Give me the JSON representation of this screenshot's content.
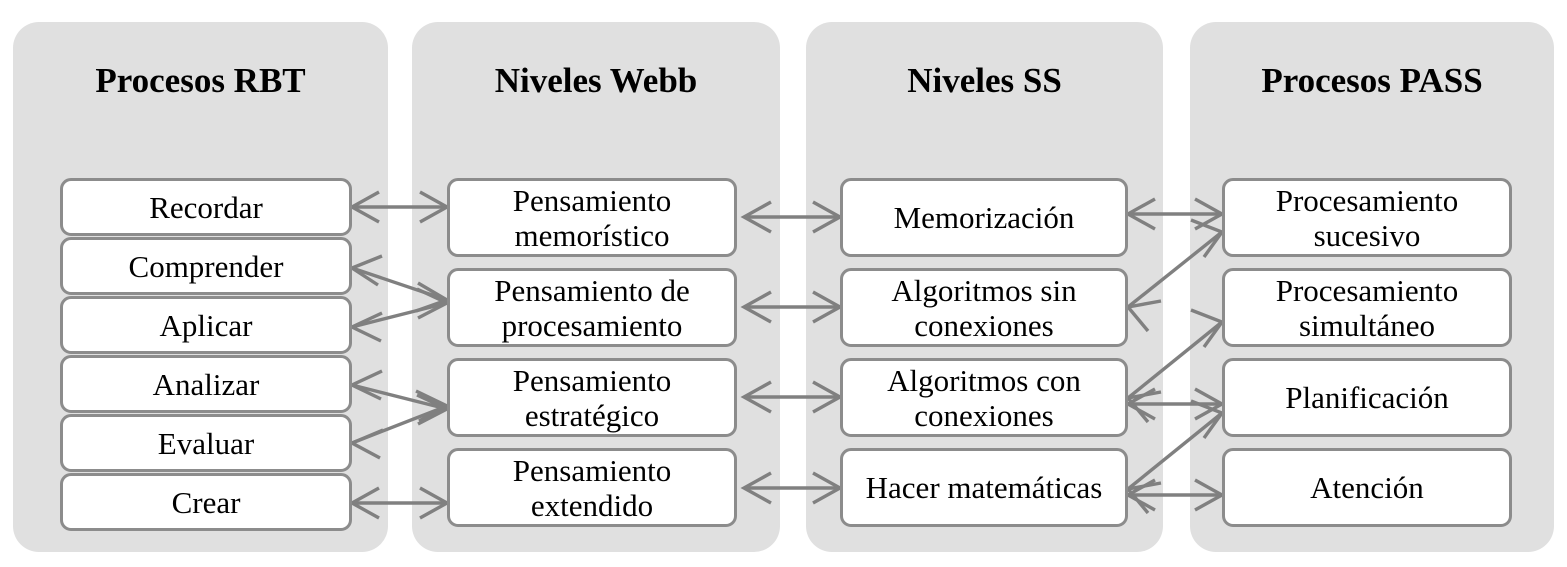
{
  "diagram": {
    "title_internal": "Correspondencia entre procesos RBT, niveles Webb, niveles SS y procesos PASS",
    "colors": {
      "panel_bg": "#e0e0e0",
      "node_bg": "#ffffff",
      "node_border": "#8c8c8c",
      "arrow": "#808080",
      "text": "#000000",
      "page_bg": "#ffffff"
    }
  },
  "columns": [
    {
      "id": "rbt",
      "title": "Procesos RBT",
      "nodes": [
        {
          "id": "recordar",
          "label": "Recordar"
        },
        {
          "id": "comprender",
          "label": "Comprender"
        },
        {
          "id": "aplicar",
          "label": "Aplicar"
        },
        {
          "id": "analizar",
          "label": "Analizar"
        },
        {
          "id": "evaluar",
          "label": "Evaluar"
        },
        {
          "id": "crear",
          "label": "Crear"
        }
      ]
    },
    {
      "id": "webb",
      "title": "Niveles Webb",
      "nodes": [
        {
          "id": "w-memoristico",
          "label": "Pensamiento memorístico"
        },
        {
          "id": "w-procesamiento",
          "label": "Pensamiento de procesamiento"
        },
        {
          "id": "w-estrategico",
          "label": "Pensamiento estratégico"
        },
        {
          "id": "w-extendido",
          "label": "Pensamiento extendido"
        }
      ]
    },
    {
      "id": "ss",
      "title": "Niveles SS",
      "nodes": [
        {
          "id": "s-memorizacion",
          "label": "Memorización"
        },
        {
          "id": "s-sin-conex",
          "label": "Algoritmos sin conexiones"
        },
        {
          "id": "s-con-conex",
          "label": "Algoritmos con conexiones"
        },
        {
          "id": "s-hacer-mat",
          "label": "Hacer matemáticas"
        }
      ]
    },
    {
      "id": "pass",
      "title": "Procesos PASS",
      "nodes": [
        {
          "id": "p-sucesivo",
          "label": "Procesamiento sucesivo"
        },
        {
          "id": "p-simultaneo",
          "label": "Procesamiento simultáneo"
        },
        {
          "id": "p-planificacion",
          "label": "Planificación"
        },
        {
          "id": "p-atencion",
          "label": "Atención"
        }
      ]
    }
  ],
  "connections": [
    {
      "from": "recordar",
      "to": "w-memoristico",
      "style": "bidirectional"
    },
    {
      "from": "comprender",
      "to": "w-procesamiento",
      "style": "bidirectional"
    },
    {
      "from": "aplicar",
      "to": "w-procesamiento",
      "style": "bidirectional"
    },
    {
      "from": "analizar",
      "to": "w-estrategico",
      "style": "bidirectional"
    },
    {
      "from": "evaluar",
      "to": "w-estrategico",
      "style": "bidirectional"
    },
    {
      "from": "crear",
      "to": "w-extendido",
      "style": "bidirectional"
    },
    {
      "from": "w-memoristico",
      "to": "s-memorizacion",
      "style": "bidirectional"
    },
    {
      "from": "w-procesamiento",
      "to": "s-sin-conex",
      "style": "bidirectional"
    },
    {
      "from": "w-estrategico",
      "to": "s-con-conex",
      "style": "bidirectional"
    },
    {
      "from": "w-extendido",
      "to": "s-hacer-mat",
      "style": "bidirectional"
    },
    {
      "from": "s-memorizacion",
      "to": "p-sucesivo",
      "style": "bidirectional"
    },
    {
      "from": "s-sin-conex",
      "to": "p-sucesivo",
      "style": "bidirectional"
    },
    {
      "from": "s-con-conex",
      "to": "p-simultaneo",
      "style": "bidirectional"
    },
    {
      "from": "s-con-conex",
      "to": "p-planificacion",
      "style": "bidirectional"
    },
    {
      "from": "s-hacer-mat",
      "to": "p-planificacion",
      "style": "bidirectional"
    },
    {
      "from": "s-hacer-mat",
      "to": "p-atencion",
      "style": "bidirectional"
    }
  ]
}
